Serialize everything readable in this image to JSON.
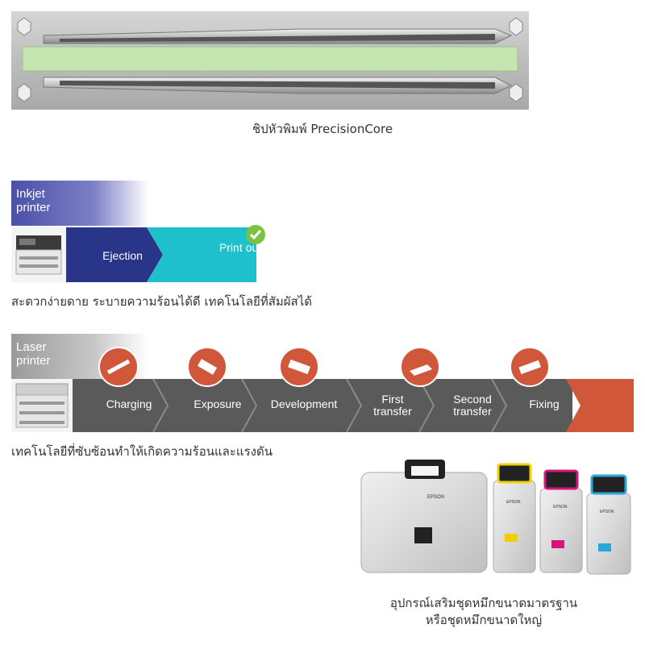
{
  "printhead": {
    "caption": "ชิปหัวพิมพ์ PrecisionCore"
  },
  "inkjet": {
    "title_line1": "Inkjet",
    "title_line2": "printer",
    "steps": [
      "Ejection",
      "Print out"
    ],
    "caption": "สะดวกง่ายดาย ระบายความร้อนได้ดี เทคโนโลยีที่สัมผัสได้",
    "colors": {
      "title": "#4a4fa8",
      "ejection": "#283588",
      "printout": "#1ec0cc",
      "check": "#7ac142"
    }
  },
  "laser": {
    "title_line1": "Laser",
    "title_line2": "printer",
    "steps": [
      {
        "label_line1": "Charging",
        "label_line2": ""
      },
      {
        "label_line1": "Exposure",
        "label_line2": ""
      },
      {
        "label_line1": "Development",
        "label_line2": ""
      },
      {
        "label_line1": "First",
        "label_line2": "transfer"
      },
      {
        "label_line1": "Second",
        "label_line2": "transfer"
      },
      {
        "label_line1": "Fixing",
        "label_line2": ""
      }
    ],
    "caption": "เทคโนโลยีที่ซับซ้อนทำให้เกิดความร้อนและแรงดัน",
    "colors": {
      "title": "#9a9a9a",
      "bar": "#5a5a5a",
      "accent": "#d0573a"
    }
  },
  "ink_packs": {
    "brand": "EPSON",
    "caption_line1": "อุปกรณ์เสริมชุดหมึกขนาดมาตรฐาน",
    "caption_line2": "หรือชุดหมึกขนาดใหญ่",
    "colors": {
      "black": "#222222",
      "yellow": "#f0d000",
      "magenta": "#d4157a",
      "cyan": "#2aa6d9"
    }
  }
}
